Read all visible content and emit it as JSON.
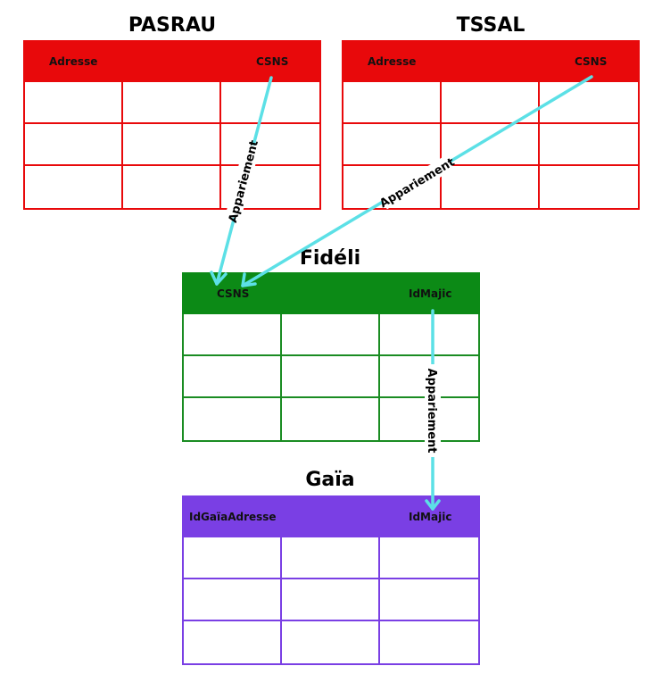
{
  "colors": {
    "pasrau": "#e8090b",
    "tssal": "#e8090b",
    "fideli": "#0c8a16",
    "gaia": "#7a3fe4",
    "arrow": "#5ce0e6"
  },
  "tables": {
    "pasrau": {
      "title": "PASRAU",
      "columns": [
        "Adresse",
        "CSNS"
      ]
    },
    "tssal": {
      "title": "TSSAL",
      "columns": [
        "Adresse",
        "CSNS"
      ]
    },
    "fideli": {
      "title": "Fidéli",
      "columns": [
        "CSNS",
        "IdMajic"
      ]
    },
    "gaia": {
      "title": "Gaïa",
      "columns": [
        "IdGaïaAdresse",
        "IdMajic"
      ]
    }
  },
  "links": [
    {
      "from": "PASRAU.CSNS",
      "to": "Fidéli.CSNS",
      "label": "Appariement"
    },
    {
      "from": "TSSAL.CSNS",
      "to": "Fidéli.CSNS",
      "label": "Appariement"
    },
    {
      "from": "Fidéli.IdMajic",
      "to": "Gaïa.IdMajic",
      "label": "Appariement"
    }
  ]
}
